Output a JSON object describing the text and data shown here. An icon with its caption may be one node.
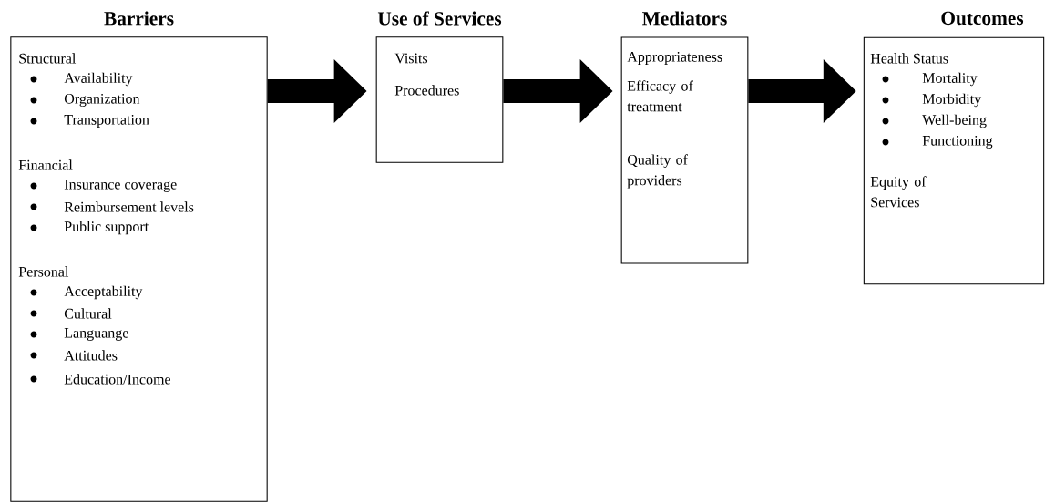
{
  "diagram": {
    "nodes": [
      {
        "text": [
          "Barriers",
          "Structural",
          "Availability",
          "Organization",
          "Transportation",
          "Financial",
          "Insurance coverage",
          "Reimbursement levels",
          "Public support",
          "Personal",
          "Acceptability",
          "Cultural",
          "Languange",
          "Attitudes",
          "Education/Income"
        ]
      },
      {
        "text": [
          "Use of Services",
          "Visits",
          "Procedures"
        ]
      },
      {
        "text": [
          "Mediators",
          "Appropriateness",
          "Efficacy of treatment",
          "Quality of providers"
        ]
      },
      {
        "text": [
          "Outcomes",
          "Health Status",
          "Mortality",
          "Morbidity",
          "Well-being",
          "Functioning",
          "Equity of Services"
        ]
      }
    ],
    "edges": [
      {
        "from": 0,
        "to": 1,
        "arrow": "to"
      },
      {
        "from": 1,
        "to": 2,
        "arrow": "to"
      },
      {
        "from": 2,
        "to": 3,
        "arrow": "to"
      }
    ]
  }
}
